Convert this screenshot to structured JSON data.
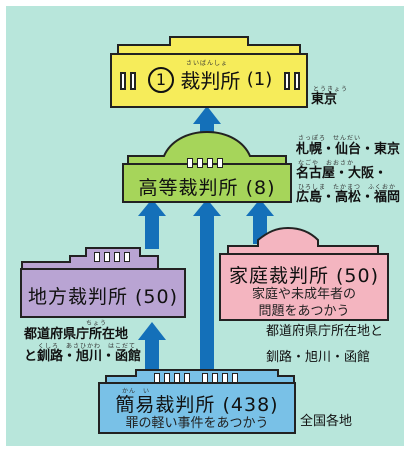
{
  "supreme": {
    "num": "1",
    "name": "裁判所",
    "count": "(1)",
    "ruby": "さいばんしょ",
    "location_ruby": "とうきょう",
    "location": "東京"
  },
  "high": {
    "name": "高等裁判所",
    "count": "(8)",
    "ruby1": "さっぽろ　せんだい",
    "line1": "札幌・仙台・東京",
    "ruby2": "なごや　おおさか",
    "line2": "名古屋・大阪・",
    "ruby3": "ひろしま　たかまつ　ふくおか",
    "line3": "広島・高松・福岡"
  },
  "district": {
    "name": "地方裁判所",
    "count": "(50)",
    "ruby_cho": "ちょう",
    "note1": "都道府県庁所在地",
    "ruby_note2": "くしろ　あさひかわ　はこだて",
    "note2": "と釧路・旭川・函館"
  },
  "family": {
    "name": "家庭裁判所",
    "count": "(50)",
    "desc1": "家庭や未成年者の",
    "desc2": "問題をあつかう",
    "note1": "都道府県庁所在地と",
    "note2": "釧路・旭川・函館"
  },
  "summary": {
    "ruby": "かん　い",
    "name": "簡易裁判所",
    "count": "(438)",
    "desc": "罪の軽い事件をあつかう",
    "location": "全国各地"
  },
  "colors": {
    "background": "#b8e6db",
    "supreme": "#f6ec5a",
    "high": "#a6d55a",
    "district": "#b9a4d3",
    "family": "#f4b5c0",
    "summary": "#79c1e7",
    "arrow": "#1470b9"
  }
}
